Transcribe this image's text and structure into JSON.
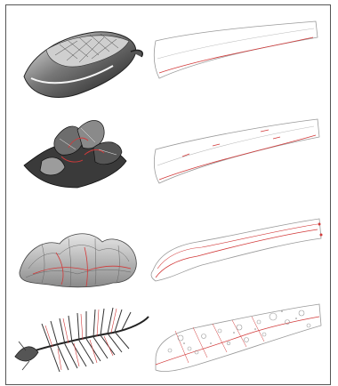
{
  "figure": {
    "rows": [
      {
        "specimen": "shell-render",
        "outline": "blade-outline"
      },
      {
        "specimen": "flower-render",
        "outline": "blade-outline"
      },
      {
        "specimen": "coral-render",
        "outline": "blade-outline"
      },
      {
        "specimen": "skeleton-render",
        "outline": "blade-outline"
      }
    ],
    "colors": {
      "frame": "#555555",
      "outline_gray": "#9a9a9a",
      "accent_red": "#d23a3a"
    }
  }
}
